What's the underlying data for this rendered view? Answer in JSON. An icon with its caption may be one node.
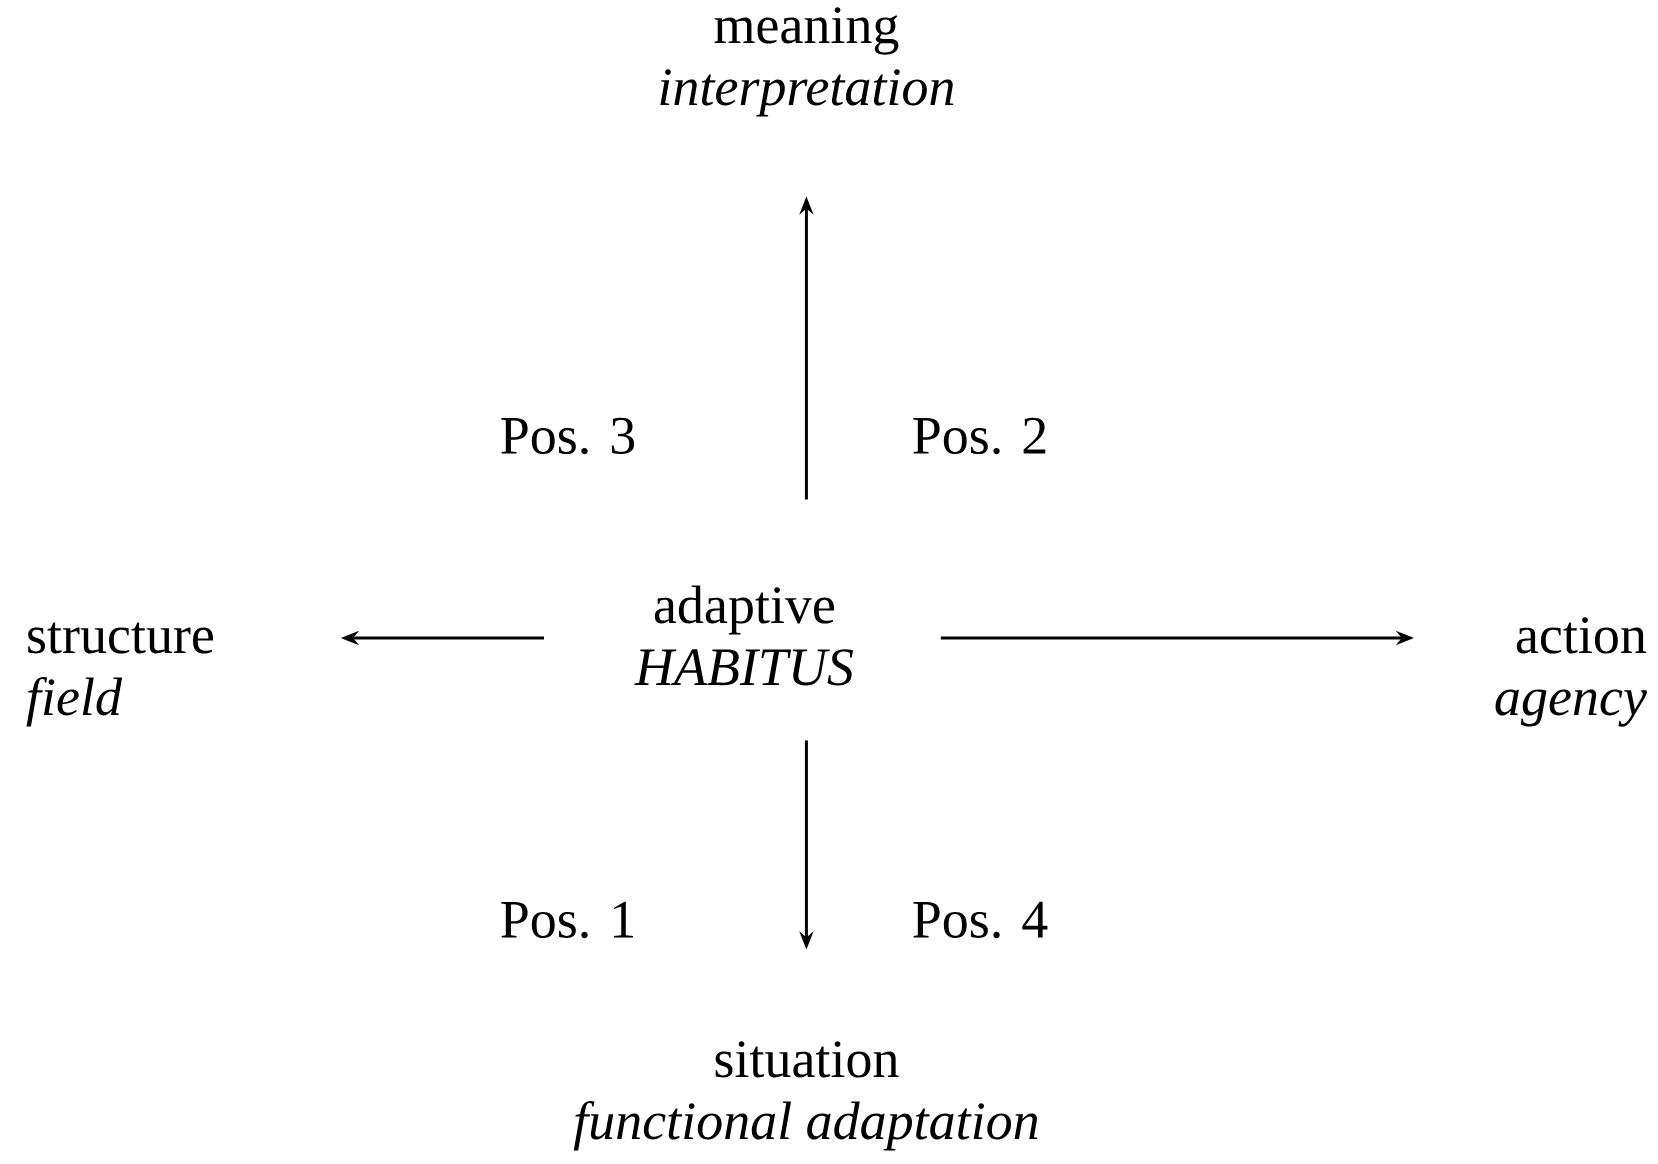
{
  "diagram": {
    "nodes": [
      {
        "text": [
          "adaptive",
          "HABITUS"
        ]
      },
      {
        "text": [
          "meaning",
          "interpretation"
        ]
      },
      {
        "text": [
          "structure",
          "field"
        ]
      },
      {
        "text": [
          "action",
          "agency"
        ]
      },
      {
        "text": [
          "situation",
          "functional adaptation"
        ]
      }
    ],
    "edges": [
      {
        "from": 0,
        "to": 1,
        "arrow": "to"
      },
      {
        "from": 0,
        "to": 2,
        "arrow": "to"
      },
      {
        "from": 0,
        "to": 3,
        "arrow": "to"
      },
      {
        "from": 0,
        "to": 4,
        "arrow": "to"
      }
    ],
    "labels": [
      "Pos. 3",
      "Pos. 2",
      "Pos. 1",
      "Pos. 4"
    ]
  }
}
